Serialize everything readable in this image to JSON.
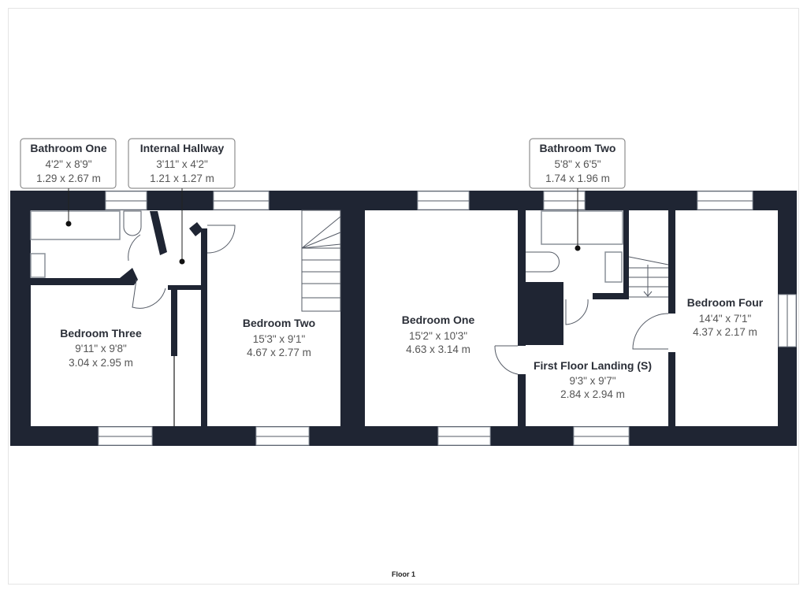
{
  "floor_label": "Floor 1",
  "colors": {
    "wall": "#1f2533",
    "background": "#ffffff"
  },
  "rooms": {
    "bathroom_one": {
      "name": "Bathroom One",
      "imperial": "4'2\" x 8'9\"",
      "metric": "1.29 x 2.67 m"
    },
    "internal_hallway": {
      "name": "Internal Hallway",
      "imperial": "3'11\" x 4'2\"",
      "metric": "1.21 x 1.27 m"
    },
    "bathroom_two": {
      "name": "Bathroom Two",
      "imperial": "5'8\" x 6'5\"",
      "metric": "1.74 x 1.96 m"
    },
    "bedroom_three": {
      "name": "Bedroom Three",
      "imperial": "9'11\" x 9'8\"",
      "metric": "3.04 x 2.95 m"
    },
    "bedroom_two": {
      "name": "Bedroom Two",
      "imperial": "15'3\" x 9'1\"",
      "metric": "4.67 x 2.77 m"
    },
    "bedroom_one": {
      "name": "Bedroom One",
      "imperial": "15'2\" x 10'3\"",
      "metric": "4.63 x 3.14 m"
    },
    "first_floor_landing": {
      "name": "First Floor Landing (S)",
      "imperial": "9'3\" x 9'7\"",
      "metric": "2.84 x 2.94 m"
    },
    "bedroom_four": {
      "name": "Bedroom Four",
      "imperial": "14'4\" x 7'1\"",
      "metric": "4.37 x 2.17 m"
    }
  }
}
